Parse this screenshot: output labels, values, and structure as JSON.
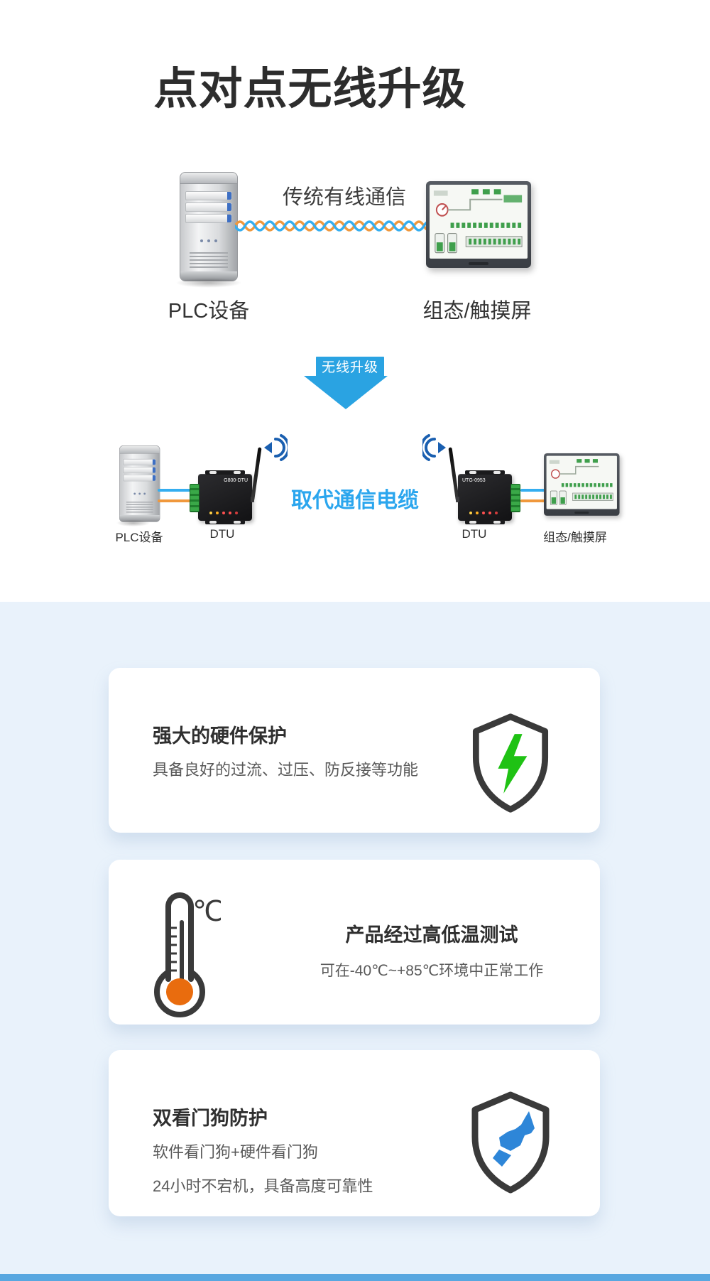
{
  "page": {
    "title": "点对点无线升级"
  },
  "colors": {
    "section_bg": "#e9f2fb",
    "footer_bar": "#58a7e0",
    "accent_blue": "#2aa3e2",
    "caption_blue": "#2ba6ee",
    "wifi_blue": "#1a5fb0",
    "cable_blue": "#35aef0",
    "cable_orange": "#f0983c",
    "lightning_green": "#1fc214",
    "dog_blue": "#2e86d8",
    "thermo_orange": "#e96c0e"
  },
  "wired_diagram": {
    "caption": "传统有线通信",
    "left_label": "PLC设备",
    "right_label": "组态/触摸屏"
  },
  "upgrade_arrow": {
    "label": "无线升级"
  },
  "wireless_diagram": {
    "caption": "取代通信电缆",
    "plc_label": "PLC设备",
    "dtu_left_label": "DTU",
    "dtu_right_label": "DTU",
    "hmi_label": "组态/触摸屏",
    "dtu_left_model": "G800-DTU",
    "dtu_right_model": "UTG-0953"
  },
  "cards": [
    {
      "title": "强大的硬件保护",
      "body": "具备良好的过流、过压、防反接等功能",
      "icon": "shield-lightning-icon"
    },
    {
      "title": "产品经过高低温测试",
      "body": "可在-40℃~+85℃环境中正常工作",
      "unit": "℃",
      "icon": "thermometer-icon"
    },
    {
      "title": "双看门狗防护",
      "body_line1": "软件看门狗+硬件看门狗",
      "body_line2": "24小时不宕机，具备高度可靠性",
      "icon": "shield-dog-icon"
    }
  ]
}
